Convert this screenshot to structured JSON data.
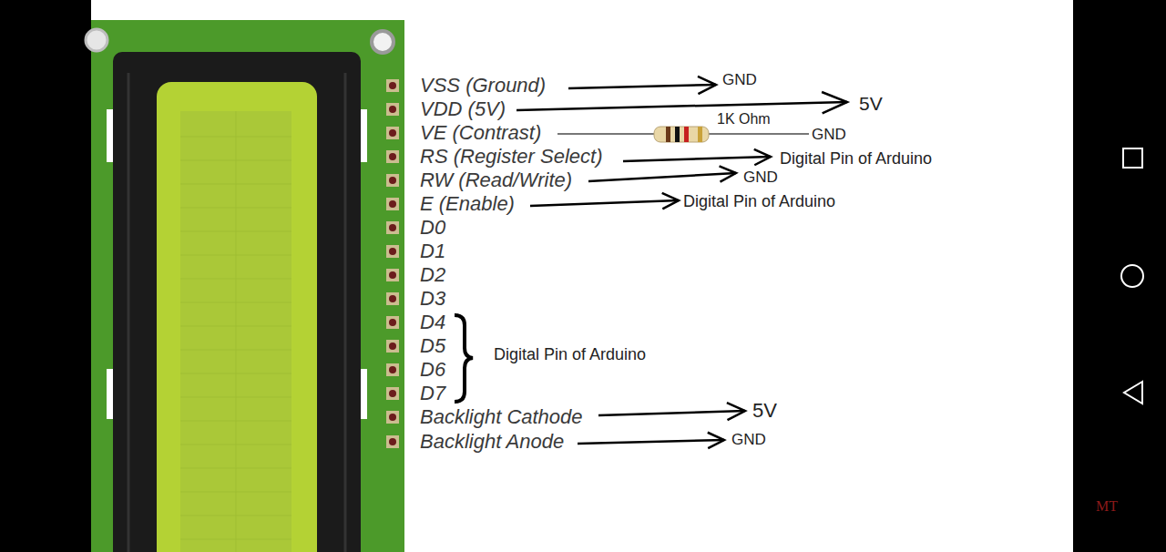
{
  "diagram": {
    "labels": [
      "VSS (Ground)",
      "VDD (5V)",
      "VE (Contrast)",
      "RS (Register Select)",
      "RW (Read/Write)",
      "E (Enable)",
      "D0",
      "D1",
      "D2",
      "D3",
      "D4",
      "D5",
      "D6",
      "D7",
      "Backlight Cathode",
      "Backlight Anode",
      "GND",
      "5V",
      "1K Ohm",
      "GND",
      "Digital Pin of Arduino",
      "GND",
      "Digital Pin of Arduino",
      "Digital Pin of Arduino",
      "5V",
      "GND",
      "MT"
    ]
  }
}
